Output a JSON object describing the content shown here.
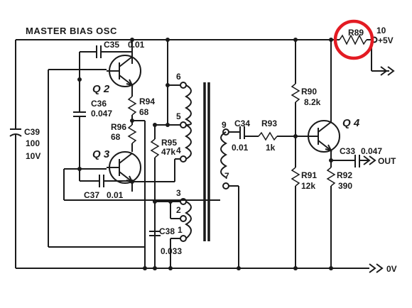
{
  "title": "MASTER BIAS OSC",
  "transistors": {
    "q2": "Q 2",
    "q3": "Q 3",
    "q4": "Q 4"
  },
  "components": {
    "c35": {
      "ref": "C35",
      "value": "0.01"
    },
    "c36": {
      "ref": "C36",
      "value": "0.047"
    },
    "c37": {
      "ref": "C37",
      "value": "0.01"
    },
    "c38": {
      "ref": "C38",
      "value": "0.033"
    },
    "c39": {
      "ref": "C39",
      "value1": "100",
      "value2": "10V"
    },
    "c34": {
      "ref": "C34",
      "value": "0.01"
    },
    "c33": {
      "ref": "C33",
      "value": "0.047"
    },
    "r94": {
      "ref": "R94",
      "value": "68"
    },
    "r96": {
      "ref": "R96",
      "value": "68"
    },
    "r95": {
      "ref": "R95",
      "value": "47k"
    },
    "r93": {
      "ref": "R93",
      "value": "1k"
    },
    "r90": {
      "ref": "R90",
      "value": "8.2k"
    },
    "r91": {
      "ref": "R91",
      "value": "12k"
    },
    "r92": {
      "ref": "R92",
      "value": "390"
    },
    "r89": {
      "ref": "R89",
      "value": "10"
    }
  },
  "pins": {
    "p6": "6",
    "p5": "5",
    "p4": "4",
    "p9": "9",
    "p7": "7",
    "p3": "3",
    "p2": "2",
    "p1": "1"
  },
  "rails": {
    "supply": "+5V",
    "out": "OUT",
    "ground": "0V"
  },
  "highlight_color": "#e31b23"
}
